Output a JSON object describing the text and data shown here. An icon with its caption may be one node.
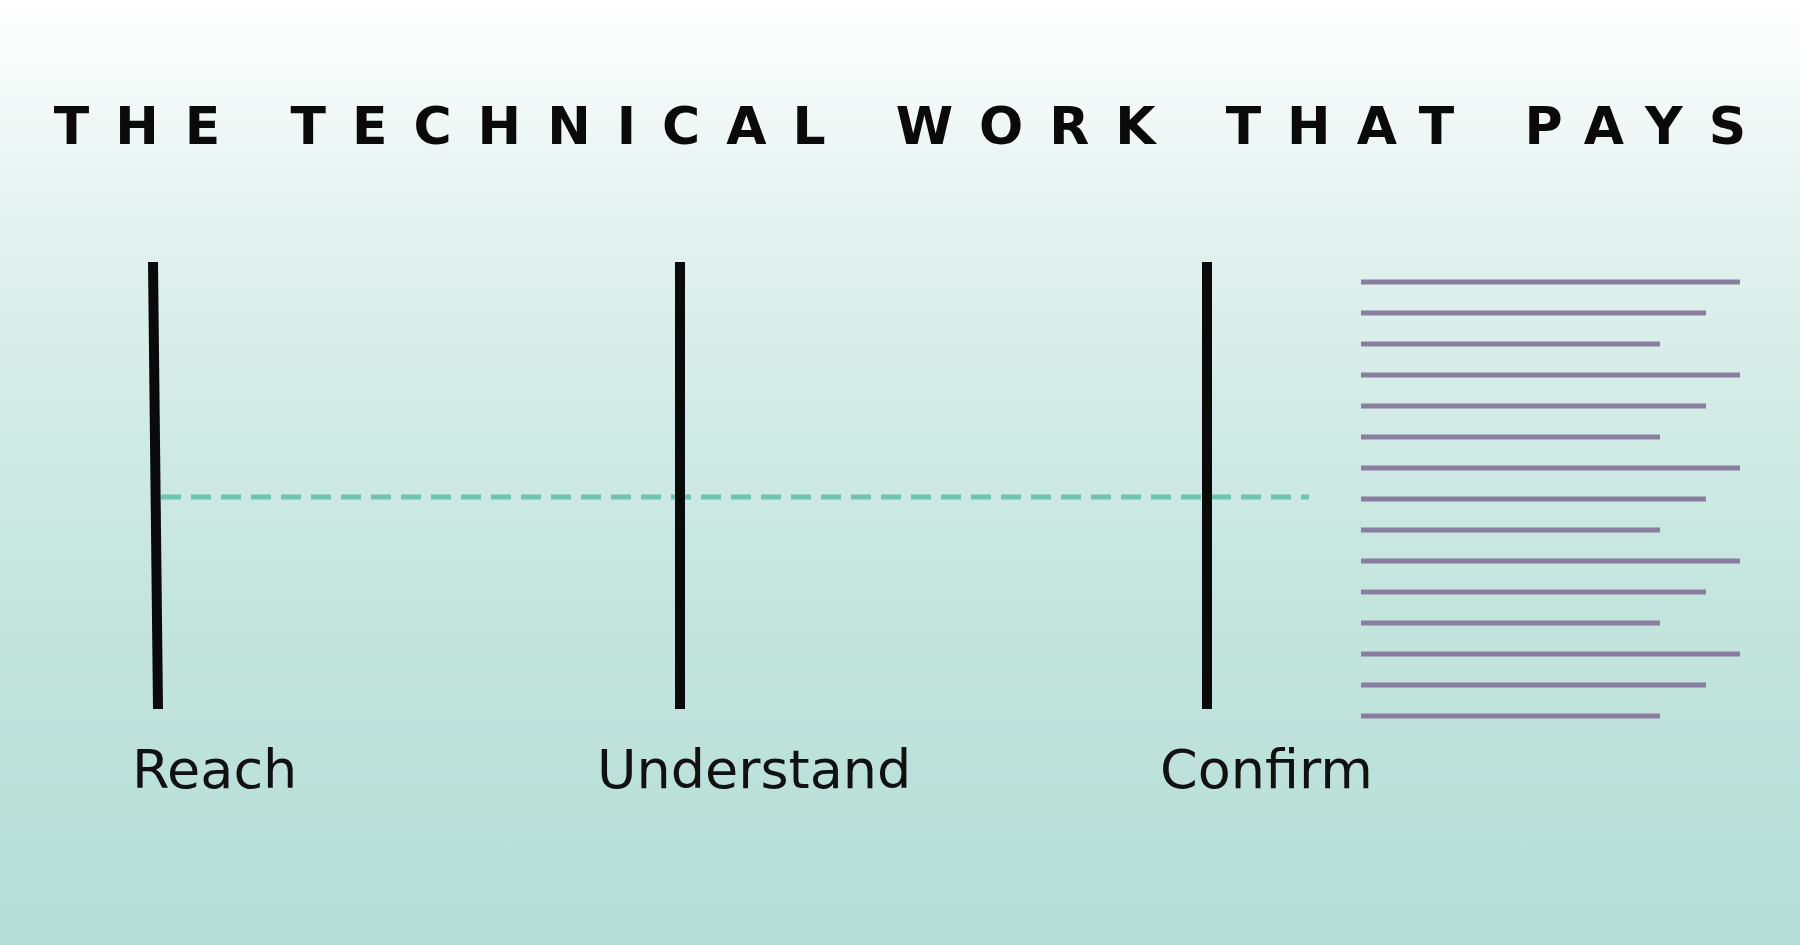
{
  "diagram": {
    "title": "THE TECHNICAL WORK THAT PAYS",
    "labels": [
      "Reach",
      "Understand",
      "Confirm"
    ]
  }
}
